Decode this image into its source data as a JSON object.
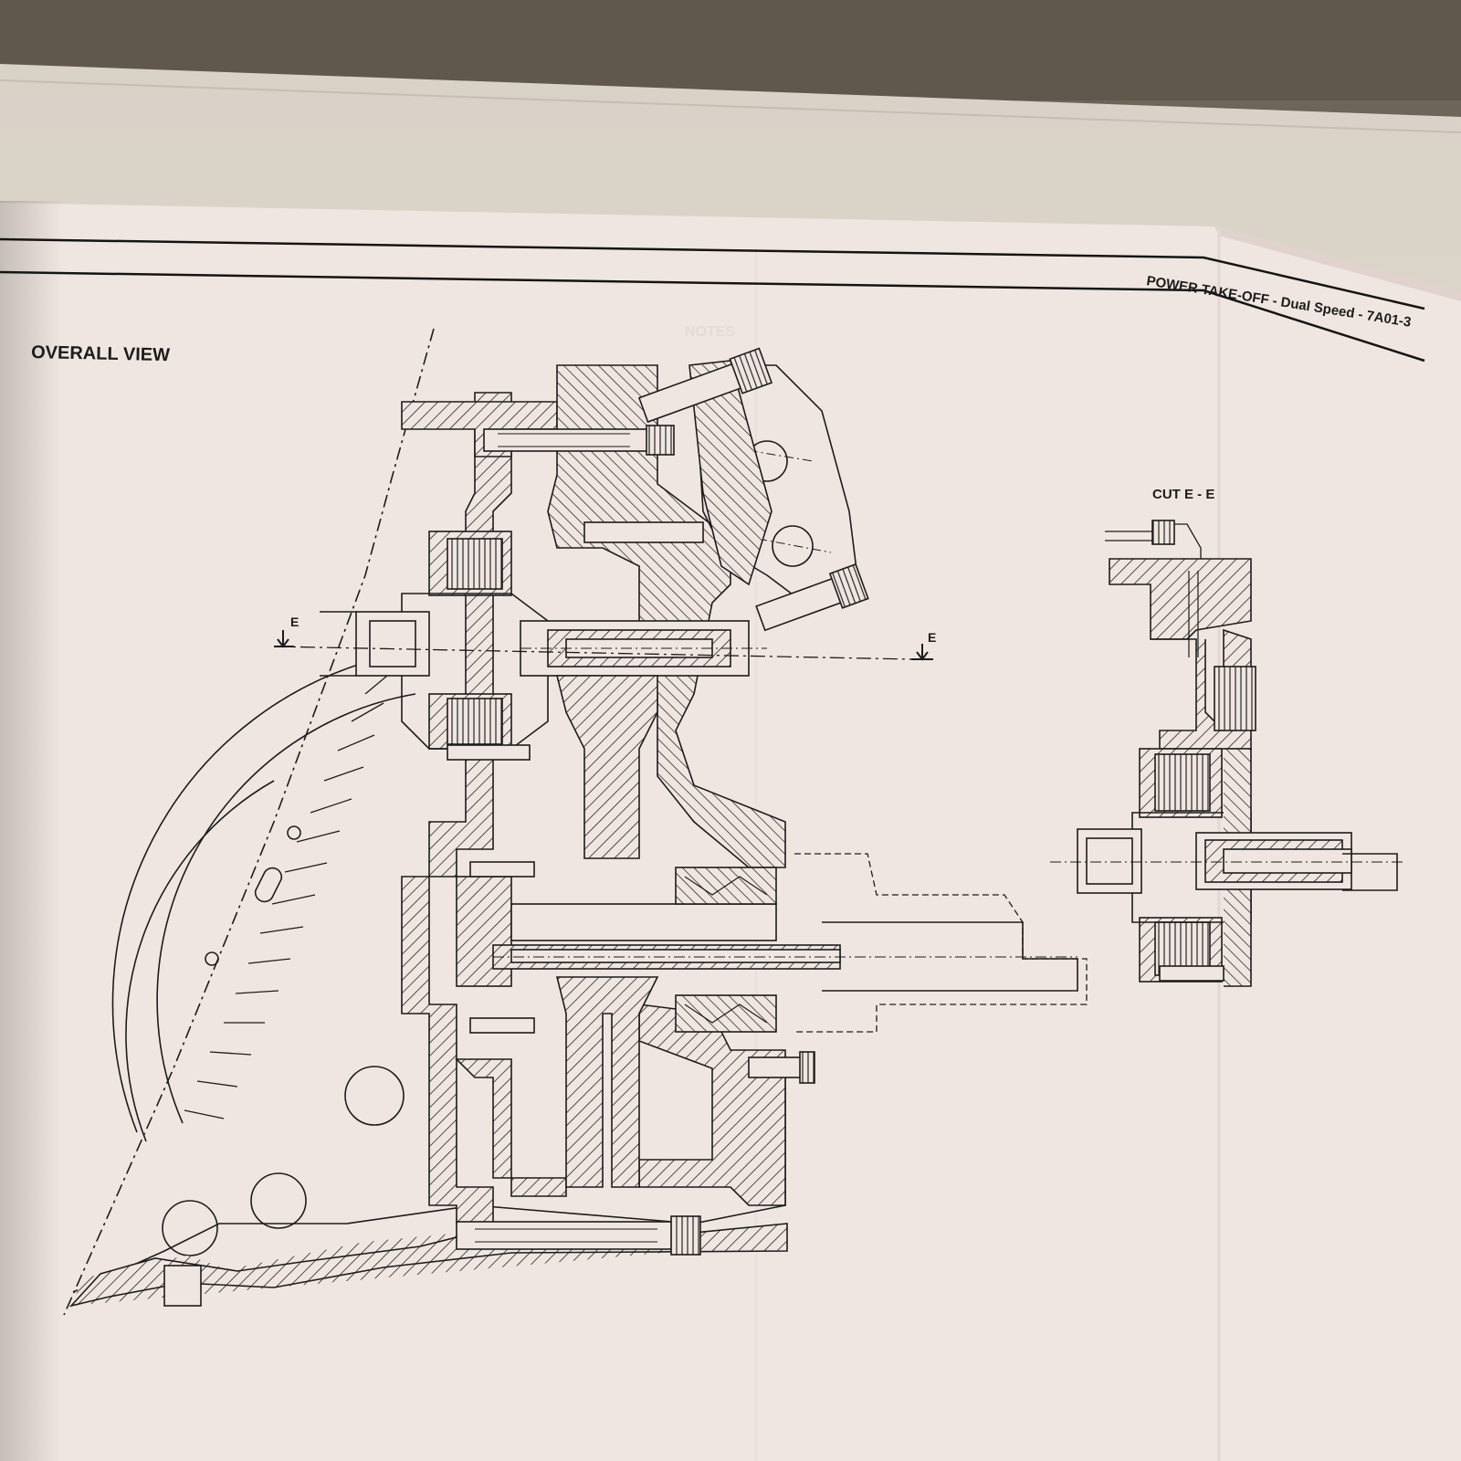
{
  "sheet": {
    "header_title": "POWER TAKE-OFF - Dual Speed - 7A01-3",
    "faded_header_text": "NOTES"
  },
  "views": {
    "overall_view_label": "OVERALL VIEW",
    "cut_view_label": "CUT E - E"
  },
  "section_markers": {
    "left": "E",
    "right": "E"
  },
  "colors": {
    "background": "#6d6558",
    "tabletop": "#e6e1d7",
    "paper": "#f5ece7",
    "ink": "#1a1a1a"
  }
}
